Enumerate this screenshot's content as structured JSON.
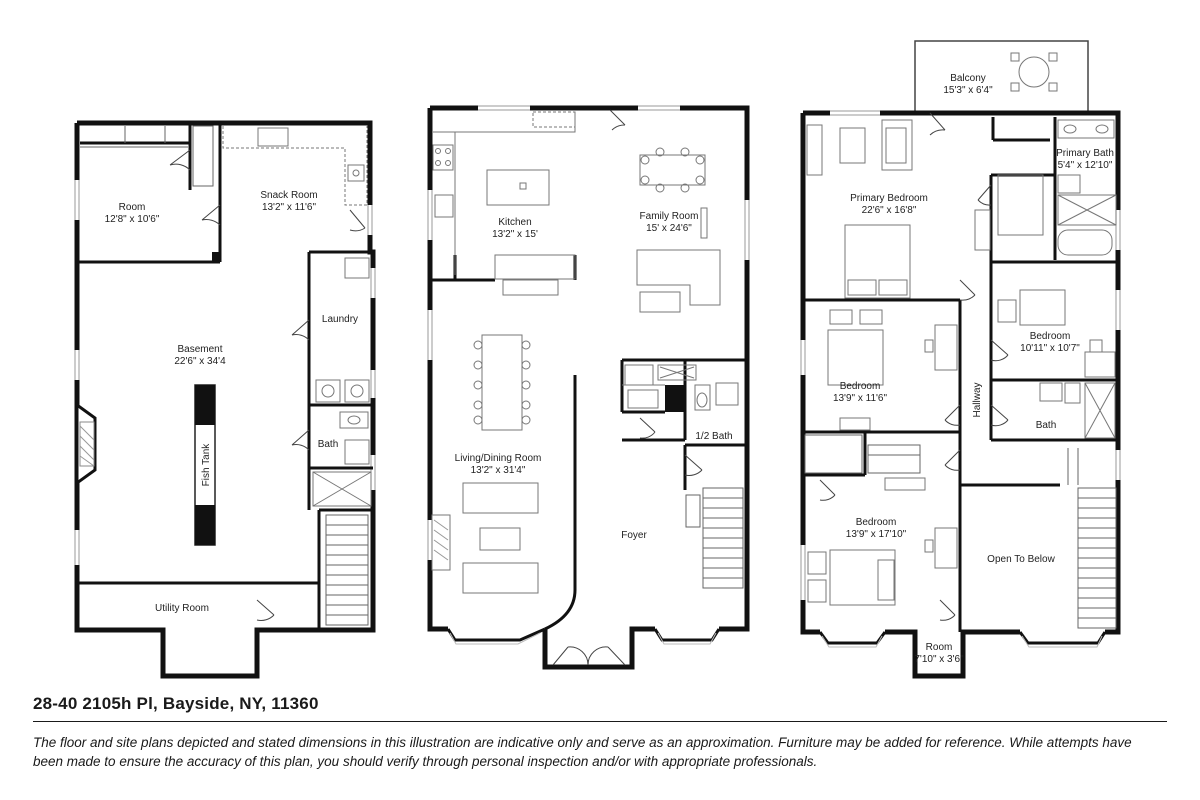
{
  "address": "28-40 2105h Pl, Bayside, NY, 11360",
  "disclaimer": "The floor and site plans depicted and stated dimensions in this illustration are indicative only and serve as an approximation. Furniture may be added for reference. While attempts have been made to ensure the accuracy of this plan, you should verify through personal inspection and/or with appropriate professionals.",
  "colors": {
    "wall": "#111111",
    "furniture": "#888888",
    "text": "#222222"
  },
  "floors": {
    "basement": {
      "rooms": [
        {
          "name": "Room",
          "dims": "12'8\" x 10'6\""
        },
        {
          "name": "Snack Room",
          "dims": "13'2\" x 11'6\""
        },
        {
          "name": "Basement",
          "dims": "22'6\" x 34'4"
        },
        {
          "name": "Laundry",
          "dims": ""
        },
        {
          "name": "Bath",
          "dims": ""
        },
        {
          "name": "Utility Room",
          "dims": ""
        }
      ],
      "fixture": "Fish Tank"
    },
    "main": {
      "rooms": [
        {
          "name": "Kitchen",
          "dims": "13'2\" x 15'"
        },
        {
          "name": "Family Room",
          "dims": "15' x 24'6\""
        },
        {
          "name": "Living/Dining Room",
          "dims": "13'2\" x 31'4\""
        },
        {
          "name": "1/2 Bath",
          "dims": ""
        },
        {
          "name": "Foyer",
          "dims": ""
        }
      ]
    },
    "upper": {
      "rooms": [
        {
          "name": "Balcony",
          "dims": "15'3\" x 6'4\""
        },
        {
          "name": "Primary Bedroom",
          "dims": "22'6\" x 16'8\""
        },
        {
          "name": "Primary Bath",
          "dims": "5'4\" x 12'10\""
        },
        {
          "name": "Bedroom",
          "dims": "10'11\" x 10'7\""
        },
        {
          "name": "Bedroom",
          "dims": "13'9\" x 11'6\""
        },
        {
          "name": "Hallway",
          "dims": ""
        },
        {
          "name": "Bath",
          "dims": ""
        },
        {
          "name": "Bedroom",
          "dims": "13'9\" x 17'10\""
        },
        {
          "name": "Open To Below",
          "dims": ""
        },
        {
          "name": "Room",
          "dims": "7'10\" x 3'6\""
        }
      ]
    }
  }
}
